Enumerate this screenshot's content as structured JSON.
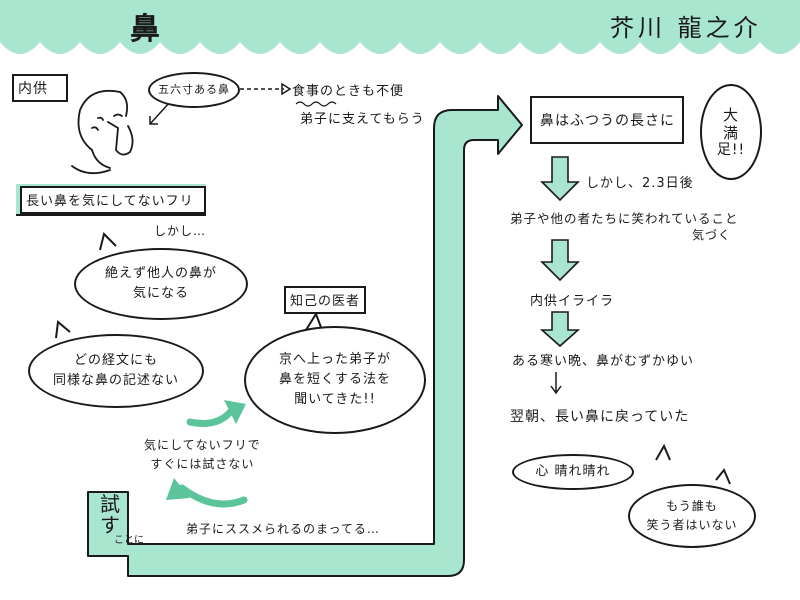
{
  "header": {
    "title": "鼻",
    "author": "芥川 龍之介"
  },
  "left": {
    "character_name": "内供",
    "nose_bubble": "五六寸ある鼻",
    "meal_note": "食事のときも不便",
    "disciple_note": "弟子に支えてもらう",
    "pretend_label": "長い鼻を気にしてないフリ",
    "however": "しかし…",
    "worry_bubble": [
      "絶えず他人の鼻が",
      "気になる"
    ],
    "sutra_bubble": [
      "どの経文にも",
      "同様な鼻の記述ない"
    ],
    "doctor_label": "知己の医者",
    "doctor_bubble": [
      "京へ上った弟子が",
      "鼻を短くする法を",
      "聞いてきた!!"
    ],
    "pretend_note": [
      "気にしてないフリで",
      "すぐには試さない"
    ],
    "waiting_note": "弟子にススメられるのまってる…",
    "try_label": [
      "試",
      "す",
      "ことに"
    ]
  },
  "right": {
    "normal_nose": "鼻はふつうの長さに",
    "satisfied": [
      "大",
      "満",
      "足!!"
    ],
    "days_later": "しかし、2.3日後",
    "laughed": "弟子や他の者たちに笑われていること",
    "notice": "気づく",
    "irritated": "内供イライラ",
    "cold_night": "ある寒い晩、鼻がむずかゆい",
    "next_morning": "翌朝、長い鼻に戻っていた",
    "relief_bubble": "心 晴れ晴れ",
    "no_laugh_bubble": [
      "もう誰も",
      "笑う者はいない"
    ]
  },
  "colors": {
    "mint": "#a8e6cf",
    "ink": "#1a1a1a"
  }
}
